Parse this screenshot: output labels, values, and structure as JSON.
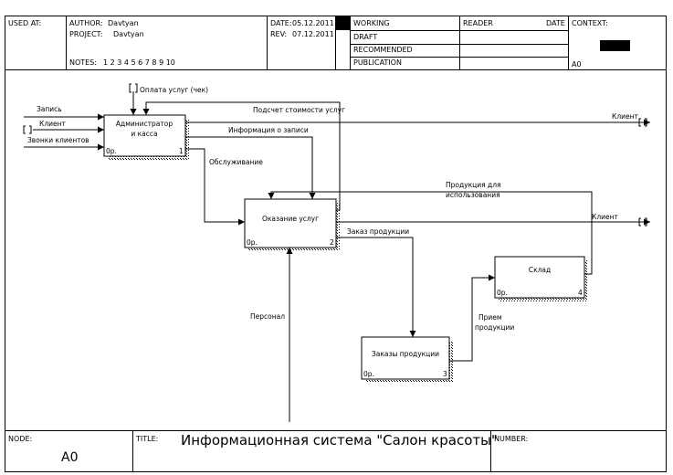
{
  "header": {
    "used_at_label": "USED AT:",
    "author_label": "AUTHOR:",
    "author_value": "Davtyan",
    "project_label": "PROJECT:",
    "project_value": "Davtyan",
    "date_label": "DATE:",
    "date_value": "05.12.2011",
    "rev_label": "REV:",
    "rev_value": "07.12.2011",
    "notes_label": "NOTES:",
    "notes_numbers": "1  2  3  4  5  6  7  8  9  10",
    "status": [
      "WORKING",
      "DRAFT",
      "RECOMMENDED",
      "PUBLICATION"
    ],
    "reader_label": "READER",
    "reader_date_label": "DATE",
    "context_label": "CONTEXT:",
    "context_node": "A0"
  },
  "footer": {
    "node_label": "NODE:",
    "node_value": "A0",
    "title_label": "TITLE:",
    "title_value": "Информационная система \"Салон красоты\"",
    "number_label": "NUMBER:"
  },
  "boxes": [
    {
      "id": "box-1",
      "name": "Администратор\nи касса",
      "lines": [
        "Администратор",
        "и касса"
      ],
      "cost": "0р.",
      "num": "1"
    },
    {
      "id": "box-2",
      "name": "Оказание услуг",
      "lines": [
        "Оказание услуг"
      ],
      "cost": "0р.",
      "num": "2"
    },
    {
      "id": "box-3",
      "name": "Заказы продукции",
      "lines": [
        "Заказы продукции"
      ],
      "cost": "0р.",
      "num": "3"
    },
    {
      "id": "box-4",
      "name": "Склад",
      "lines": [
        "Склад"
      ],
      "cost": "0р.",
      "num": "4"
    }
  ],
  "arrows": {
    "zapis": "Запись",
    "klient_in": "Клиент",
    "zvonki": "Звонки клиентов",
    "oplata": "Оплата услуг (чек)",
    "podschet": "Подсчет стоимости услуг",
    "klient_out1": "Клиент",
    "info_zapis": "Информация о записи",
    "obsluzhivanie": "Обслуживание",
    "produkcia_dlya": [
      "Продукция для",
      "использования"
    ],
    "klient_out2": "Клиент",
    "zakaz_produkcii": "Заказ продукции",
    "personal": "Персонал",
    "priem": [
      "Прием",
      "продукции"
    ]
  }
}
